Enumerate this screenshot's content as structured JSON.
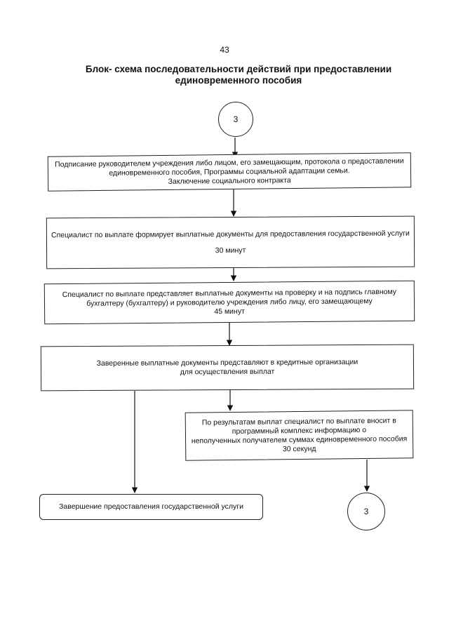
{
  "page_number": "43",
  "title": {
    "line1": "Блок- схема последовательности действий при предоставлении",
    "line2": "единовременного пособия"
  },
  "connector_top": "3",
  "step1": {
    "line1": "Подписание руководителем учреждения либо лицом, его замещающим, протокола о предоставлении",
    "line2": "единовременного пособия, Программы социальной адаптации семьи.",
    "line3": "Заключение социального контракта"
  },
  "step2": {
    "line1": "Специалист по выплате формирует выплатные документы для предоставления государственной услуги",
    "time": "30 минут"
  },
  "step3": {
    "line1": "Специалист по выплате представляет выплатные документы на проверку и на подпись главному",
    "line2": "бухгалтеру  (бухгалтеру) и руководителю учреждения либо лицу, его замещающему",
    "time": "45 минут"
  },
  "step4": {
    "line1": "Заверенные выплатные документы представляют в кредитные организации",
    "line2": "для осуществления выплат"
  },
  "step5": {
    "line1": "По результатам выплат специалист по выплате вносит в",
    "line2": "программный комплекс информацию о",
    "line3": "неполученных получателем суммах единовременного пособия",
    "time": "30 секунд"
  },
  "final_step": "Завершение предоставления государственной услуги",
  "connector_bottom": "3"
}
